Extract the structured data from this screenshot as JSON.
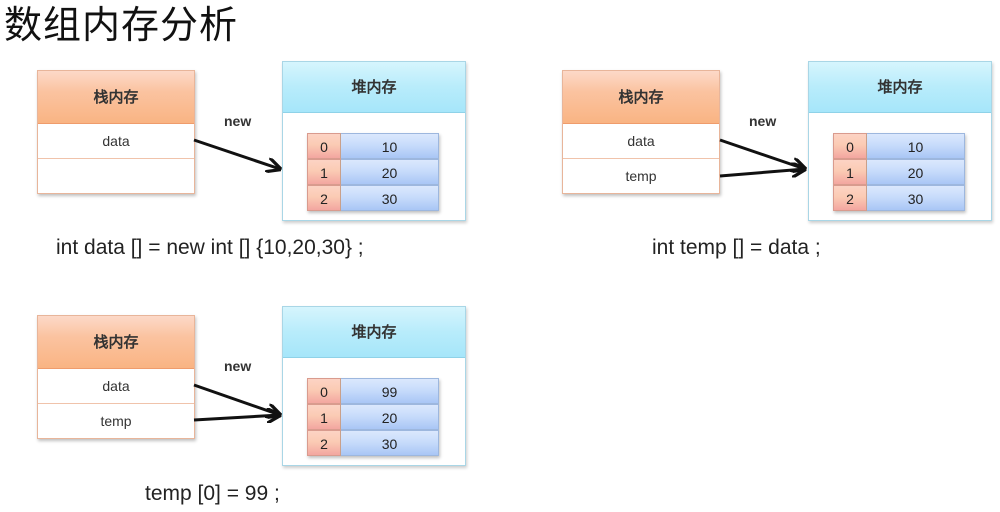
{
  "title": "数组内存分析",
  "colors": {
    "stack_header": "#f9b483",
    "heap_header": "#a6e6fa",
    "index_cell": "#fbcbb4",
    "value_cell": "#c8dcfb",
    "arrow": "#111111"
  },
  "panels": [
    {
      "stack": {
        "header": "栈内存",
        "rows": [
          "data",
          ""
        ]
      },
      "arrow_label": "new",
      "heap": {
        "header": "堆内存",
        "array": [
          {
            "index": "0",
            "value": "10"
          },
          {
            "index": "1",
            "value": "20"
          },
          {
            "index": "2",
            "value": "30"
          }
        ]
      },
      "code": "int data [] = new int [] {10,20,30} ;"
    },
    {
      "stack": {
        "header": "栈内存",
        "rows": [
          "data",
          "temp"
        ]
      },
      "arrow_label": "new",
      "heap": {
        "header": "堆内存",
        "array": [
          {
            "index": "0",
            "value": "10"
          },
          {
            "index": "1",
            "value": "20"
          },
          {
            "index": "2",
            "value": "30"
          }
        ]
      },
      "code": "int temp [] = data ;"
    },
    {
      "stack": {
        "header": "栈内存",
        "rows": [
          "data",
          "temp"
        ]
      },
      "arrow_label": "new",
      "heap": {
        "header": "堆内存",
        "array": [
          {
            "index": "0",
            "value": "99"
          },
          {
            "index": "1",
            "value": "20"
          },
          {
            "index": "2",
            "value": "30"
          }
        ]
      },
      "code": "temp [0] = 99 ;"
    }
  ]
}
